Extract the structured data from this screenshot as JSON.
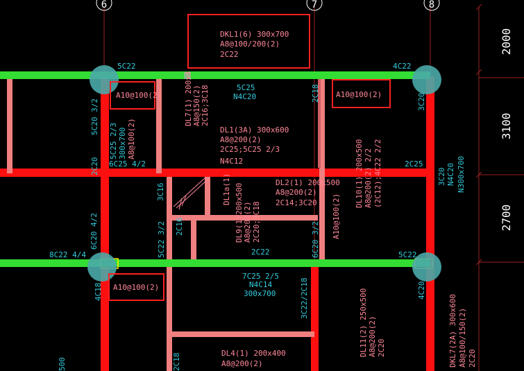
{
  "grid_axes": [
    "6",
    "7",
    "8"
  ],
  "dimensions": [
    "2000",
    "3100",
    "2700"
  ],
  "beam_callouts": {
    "dkl1": [
      "DKL1(6) 300x700",
      "A8@100/200(2)",
      "2C22"
    ],
    "dl7": [
      "DL7(1) 200x4",
      "A8@150(2)",
      "2C16;3C18"
    ],
    "dl1": [
      "DL1(3A) 300x600",
      "A8@200(2)",
      "2C25;5C25 2/3",
      "N4C12"
    ],
    "dl2": [
      "DL2(1) 200x500",
      "A8@200(2)",
      "2C14;3C20"
    ],
    "dl1a": [
      "DL1a(1)",
      "200x500"
    ],
    "dl9": [
      "DL9(1)",
      "A8@200(2)",
      "2C20;3C18"
    ],
    "dl10": [
      "DL10(1) 200x500",
      "A8@200(2) 2/2",
      "(2C12);4C22 2/2"
    ],
    "dl4": [
      "DL4(1) 200x400",
      "A8@200(2)"
    ],
    "dl11": [
      "DL11(2) 250x500",
      "A8@200(2)",
      "2C20"
    ],
    "dkl7": [
      "DKL7(2A) 300x600",
      "A8@100/150(2)",
      "2C20"
    ]
  },
  "stirrup_boxes": [
    "A10@100(2)",
    "A10@100(2)",
    "A10@100(2)"
  ],
  "rebar_labels": {
    "top_left": "5C22",
    "top_right": "4C22",
    "mid_5c25": "5C25",
    "mid_n4c20": "N4C20",
    "c2c18_top": "2C18",
    "col_left_vert": "5C20 3/2",
    "col_left_a": "5C25 2/3",
    "col_left_b": "300x700",
    "col_left_c": "A8@100(2)",
    "c6c25": "6C25 4/2",
    "c2c20": "2C20",
    "c3c20": "3C20",
    "c2c25": "2C25",
    "right_3c20": "3C20",
    "right_n4c20": "N4C20",
    "right_n300": "N300x700",
    "c3c16": "3C16",
    "c2c16": "2C16",
    "c5c22_32": "5C22 3/2",
    "c6c20_42": "6C20 4/2",
    "c8c22_44": "8C22 4/4",
    "c2c22_mid": "2C22",
    "c6c20_32": "6C20 3/2",
    "c5c22_right": "5C22",
    "a10_vert": "A10@100(2)",
    "c4c18": "4C18",
    "c4c20": "4C20",
    "c7c25": "7C25 2/5",
    "cn4c14": "N4C14",
    "c300x700": "300x700",
    "c3c22": "3C22/2C18",
    "c2c18_bot": "2C18",
    "c500": "500"
  },
  "colors": {
    "background": "#000000",
    "beam_red": "#ff1010",
    "beam_pink": "#f08080",
    "beam_green": "#33dd33",
    "text_cyan": "#33ccdd",
    "text_pink": "#ff8899",
    "text_white": "#ffffff",
    "grid_line": "#9a2020",
    "box_red": "#ff2020",
    "column_circle": "#4aa8a8"
  }
}
